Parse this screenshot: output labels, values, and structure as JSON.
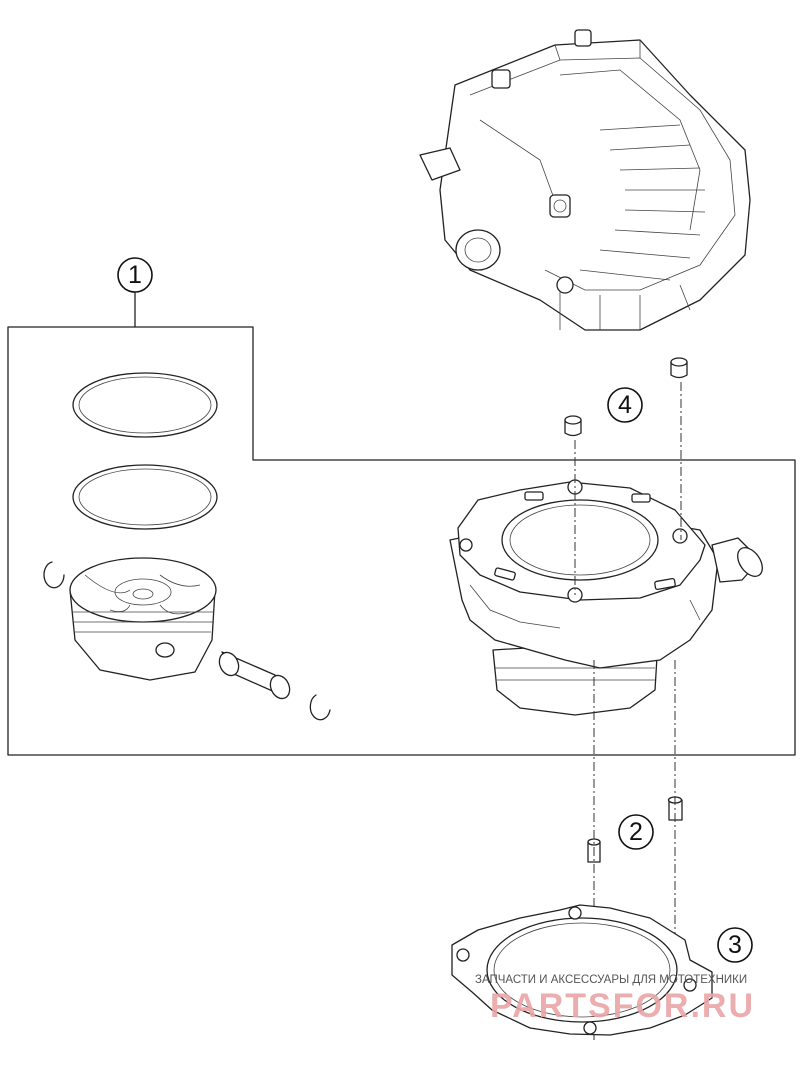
{
  "callouts": [
    {
      "id": "1",
      "label": "1"
    },
    {
      "id": "2",
      "label": "2"
    },
    {
      "id": "3",
      "label": "3"
    },
    {
      "id": "4",
      "label": "4"
    }
  ],
  "watermark": {
    "tagline": "ЗАПЧАСТИ И АКСЕССУАРЫ ДЛЯ МОТОТЕХНИКИ",
    "brand": "PARTSFOR.RU",
    "color": "#e9a4a4"
  },
  "colors": {
    "line": "#222222",
    "background": "#ffffff"
  }
}
